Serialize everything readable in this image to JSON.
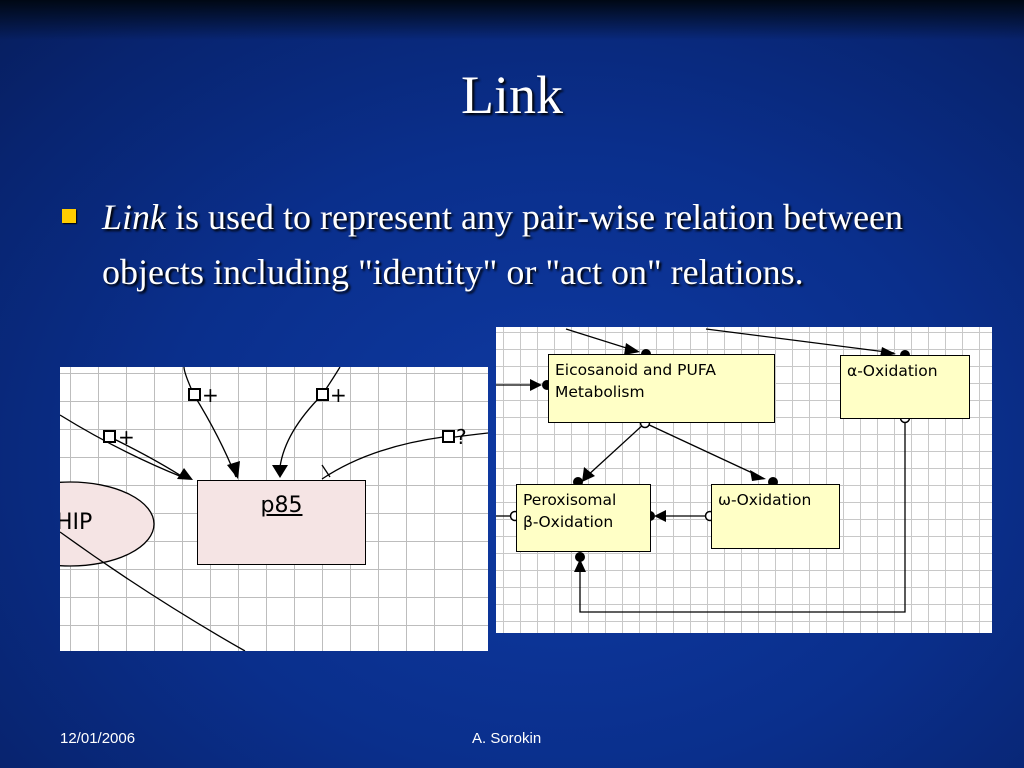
{
  "slide": {
    "title": "Link",
    "bullet": {
      "lead": "Link",
      "text": " is used to represent any pair-wise relation between objects including \"identity\" or \"act on\" relations."
    },
    "footer": {
      "date": "12/01/2006",
      "author": "A. Sorokin"
    },
    "colors": {
      "background": "#0a2f8c",
      "bullet": "#ffcc00",
      "node_fill": "#ffffc6",
      "p85_fill": "#f5e4e4"
    }
  },
  "left_diagram": {
    "node_label": "p85",
    "partial_node_label": "HIP",
    "link_signs": [
      "+",
      "+",
      "+",
      "?"
    ]
  },
  "right_diagram": {
    "nodes": {
      "eicosanoid": {
        "line1": "Eicosanoid and PUFA",
        "line2": "Metabolism"
      },
      "alpha": {
        "line1": "α-Oxidation"
      },
      "peroxisomal": {
        "line1": "Peroxisomal",
        "line2": "β-Oxidation"
      },
      "omega": {
        "line1": "ω-Oxidation"
      }
    }
  }
}
